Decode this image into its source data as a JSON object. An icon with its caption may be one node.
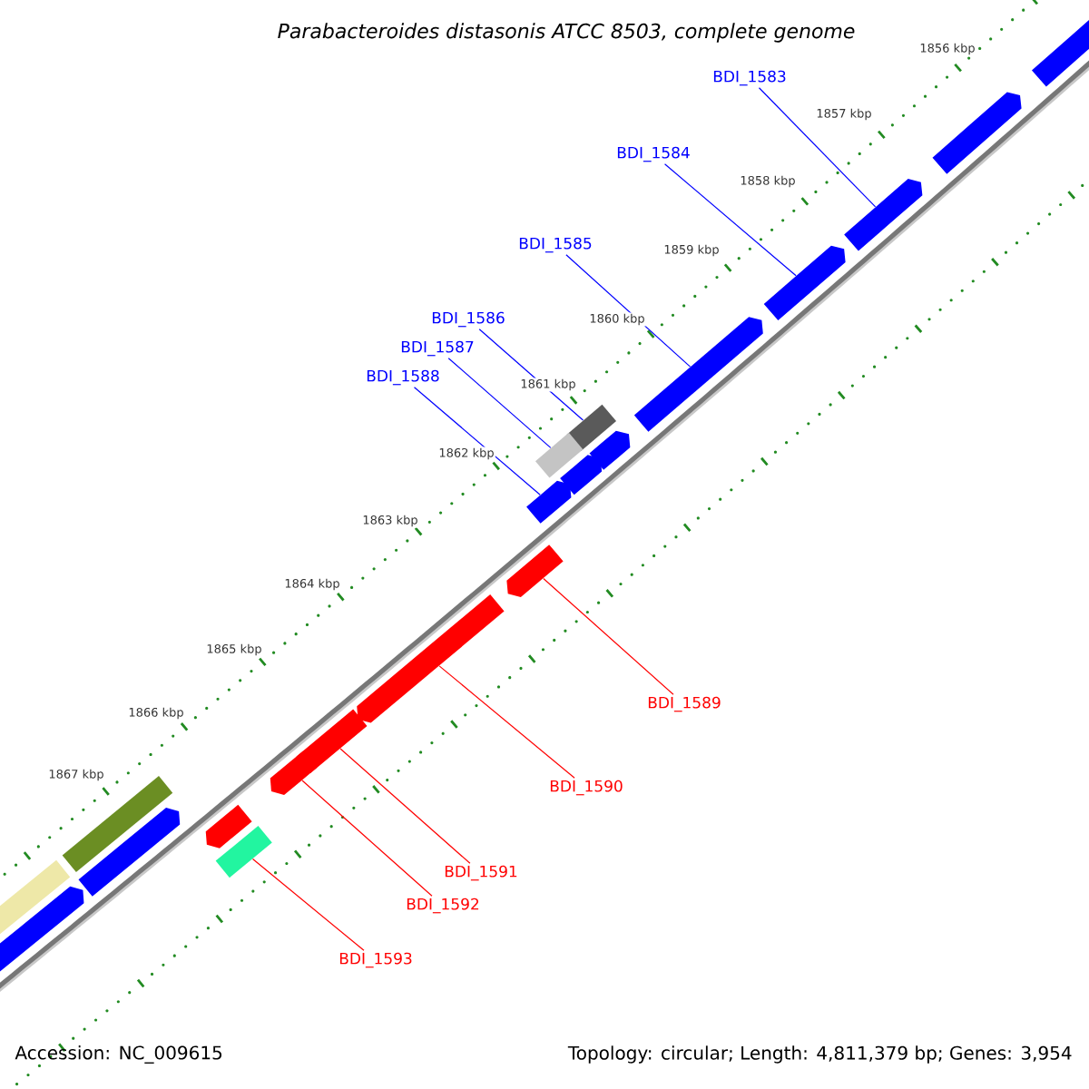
{
  "diagram": {
    "title": "Parabacteroides distasonis ATCC 8503, complete genome",
    "nodes": [
      {
        "text": [
          "BDI_1583"
        ]
      },
      {
        "text": [
          "BDI_1584"
        ]
      },
      {
        "text": [
          "BDI_1585"
        ]
      },
      {
        "text": [
          "BDI_1586"
        ]
      },
      {
        "text": [
          "BDI_1587"
        ]
      },
      {
        "text": [
          "BDI_1588"
        ]
      },
      {
        "text": [
          "BDI_1589"
        ]
      },
      {
        "text": [
          "BDI_1590"
        ]
      },
      {
        "text": [
          "BDI_1591"
        ]
      },
      {
        "text": [
          "BDI_1592"
        ]
      },
      {
        "text": [
          "BDI_1593"
        ]
      },
      {
        "text": [],
        "shape": "pentagon"
      },
      {
        "text": [],
        "shape": "pentagon"
      },
      {
        "text": [],
        "shape": "pentagon"
      },
      {
        "text": [],
        "shape": "box"
      },
      {
        "text": [],
        "shape": "box"
      },
      {
        "text": [],
        "shape": "pentagon"
      },
      {
        "text": [],
        "shape": "pentagon"
      },
      {
        "text": [],
        "shape": "pentagon"
      },
      {
        "text": [],
        "shape": "pentagon"
      },
      {
        "text": [],
        "shape": "pentagon"
      },
      {
        "text": [],
        "shape": "box"
      },
      {
        "text": [],
        "shape": "pentagon"
      },
      {
        "text": [],
        "shape": "pentagon"
      },
      {
        "text": [],
        "shape": "pentagon"
      },
      {
        "text": [],
        "shape": "pentagon"
      },
      {
        "text": [],
        "shape": "pentagon"
      },
      {
        "text": [],
        "shape": "pentagon"
      },
      {
        "text": [],
        "shape": "box"
      },
      {
        "text": [],
        "shape": "box"
      },
      {
        "text": [],
        "shape": "pentagon"
      }
    ],
    "edges": [
      {
        "from": 0,
        "to": 11,
        "arrow": "none"
      },
      {
        "from": 1,
        "to": 12,
        "arrow": "none"
      },
      {
        "from": 2,
        "to": 13,
        "arrow": "none"
      },
      {
        "from": 3,
        "to": 14,
        "arrow": "none"
      },
      {
        "from": 4,
        "to": 15,
        "arrow": "none"
      },
      {
        "from": 5,
        "to": 16,
        "arrow": "none"
      },
      {
        "from": 6,
        "to": 17,
        "arrow": "none",
        "color": "#ff0000"
      },
      {
        "from": 7,
        "to": 18,
        "arrow": "none",
        "color": "#ff0000"
      },
      {
        "from": 8,
        "to": 19,
        "arrow": "none",
        "color": "#ff0000"
      },
      {
        "from": 9,
        "to": 20,
        "arrow": "none",
        "color": "#ff0000"
      },
      {
        "from": 10,
        "to": 21,
        "arrow": "none",
        "color": "#ff0000"
      }
    ],
    "labels": [
      "1856 kbp",
      "1857 kbp",
      "1858 kbp",
      "1859 kbp",
      "1860 kbp",
      "1861 kbp",
      "1862 kbp",
      "1863 kbp",
      "1864 kbp",
      "1865 kbp",
      "1866 kbp",
      "1867 kbp",
      "Accession: NC_009615",
      "Topology: circular; Length: 4,811,379 bp; Genes: 3,954"
    ]
  }
}
